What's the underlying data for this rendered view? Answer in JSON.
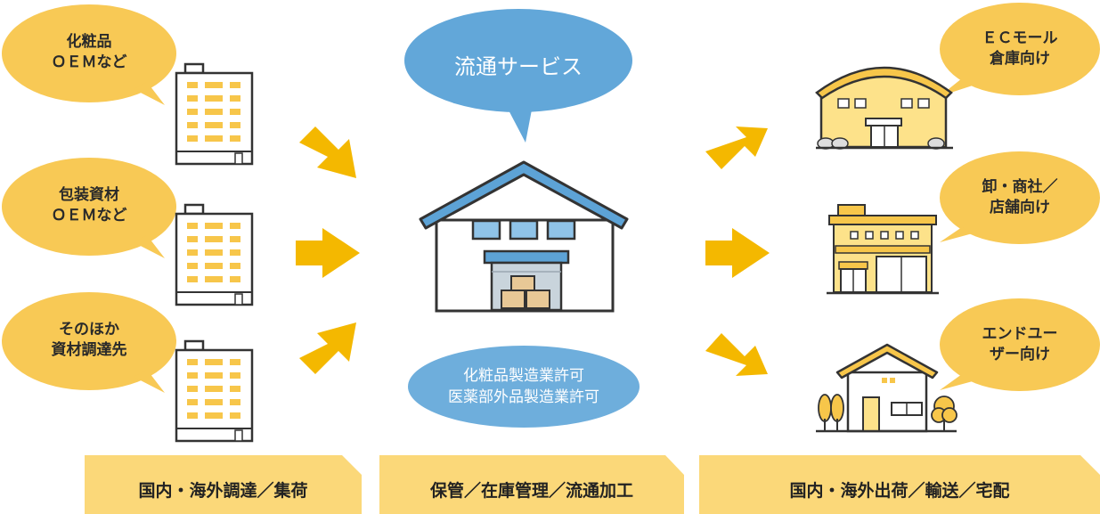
{
  "colors": {
    "yellow": "#f7c64a",
    "yellow_light": "#fbd879",
    "blue": "#5da3d6",
    "blue_light": "#8fc3e8",
    "arrow": "#f4b800",
    "building_fill": "#fde28a",
    "outline": "#333333"
  },
  "sources": [
    {
      "line1": "化粧品",
      "line2": "ＯＥＭなど",
      "icon": "office-building-icon"
    },
    {
      "line1": "包装資材",
      "line2": "ＯＥＭなど",
      "icon": "office-building-icon"
    },
    {
      "line1": "そのほか",
      "line2": "資材調達先",
      "icon": "office-building-icon"
    }
  ],
  "center": {
    "service_title": "流通サービス",
    "license_line1": "化粧品製造業許可",
    "license_line2": "医薬部外品製造業許可",
    "icon": "warehouse-icon"
  },
  "destinations": [
    {
      "line1": "ＥＣモール",
      "line2": "倉庫向け",
      "icon": "ec-warehouse-icon"
    },
    {
      "line1": "卸・商社／",
      "line2": "店舗向け",
      "icon": "store-icon"
    },
    {
      "line1": "エンドユー",
      "line2": "ザー向け",
      "icon": "house-icon"
    }
  ],
  "footer": {
    "left": "国内・海外調達／集荷",
    "center": "保管／在庫管理／流通加工",
    "right": "国内・海外出荷／輸送／宅配"
  }
}
